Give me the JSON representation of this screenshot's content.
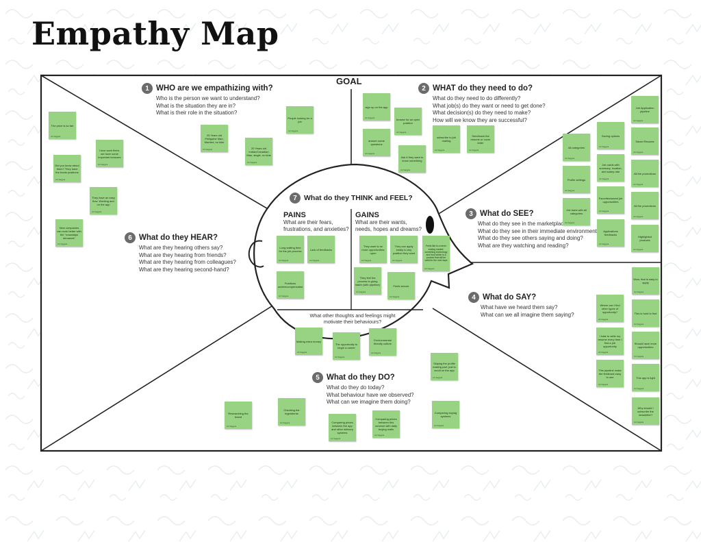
{
  "title": "Empathy Map",
  "goal": "GOAL",
  "note_author": "Ani Saggeta",
  "colors": {
    "note": "#98d283",
    "line": "#222222",
    "badge": "#6b6b6b"
  },
  "sections": {
    "who": {
      "num": "1",
      "title": "WHO are we empathizing with?",
      "questions": [
        "Who is the person we want to understand?",
        "What is the situation they are in?",
        "What is their role in the situation?"
      ]
    },
    "need": {
      "num": "2",
      "title": "WHAT do they need to do?",
      "questions": [
        "What do they need to do differently?",
        "What job(s) do they want or need to get done?",
        "What decision(s) do they need to make?",
        "How will we know they are successful?"
      ]
    },
    "see": {
      "num": "3",
      "title": "What do SEE?",
      "questions": [
        "What do they see in the marketplace?",
        "What do they see in their immediate environment?",
        "What do they see others saying and doing?",
        "What are they watching and reading?"
      ]
    },
    "say": {
      "num": "4",
      "title": "What do SAY?",
      "questions": [
        "What have we heard them say?",
        "What can we all imagine them saying?"
      ]
    },
    "do": {
      "num": "5",
      "title": "What do they DO?",
      "questions": [
        "What do they do today?",
        "What behaviour have we observed?",
        "What can we imagine them doing?"
      ]
    },
    "hear": {
      "num": "6",
      "title": "What do they HEAR?",
      "questions": [
        "What are they hearing others say?",
        "What are they hearing from friends?",
        "What are they hearing from colleagues?",
        "What are they hearing second-hand?"
      ]
    },
    "think": {
      "num": "7",
      "title": "What do they THINK and FEEL?"
    },
    "pains": {
      "title": "PAINS",
      "lines": [
        "What are their fears,",
        "frustrations, and anxieties?"
      ]
    },
    "gains": {
      "title": "GAINS",
      "lines": [
        "What are their wants,",
        "needs, hopes and dreams?"
      ]
    },
    "other": {
      "lines": [
        "What other thoughts and feelings might",
        "motivate their behaviours?"
      ]
    }
  },
  "notes": {
    "who": [
      "People looking for a job",
      "25 Years old Philippine Man, Married, no kids",
      "20 Years old Indian/Canadian Man, single, no kids"
    ],
    "hear": [
      "The price is so fair",
      "I love work there, we have some important bonuses",
      "Did you know about them? They have the boots positions",
      "They have an easy flow. Working and on the app",
      "New companies can work better with the \"nowadays demands\""
    ],
    "need": [
      "sign up on the app",
      "browse for an open position",
      "answer some questions",
      "subscribe to job mailing",
      "Send/save the resume or cover letter",
      "Ask if they want to know something"
    ],
    "see": [
      "All categories",
      "Saving options",
      "Job Application pipeline",
      "Saved Resume",
      "Job cards with summary, location, and salary rate",
      "All the promotions",
      "Profile settings",
      "Favorites/saved job opportunities",
      "All the promotions",
      "Job bank with all categories",
      "Applications feedbacks",
      "Highlighted products"
    ],
    "pains": [
      "Long waiting time for the job process",
      "Lack of feedbacks",
      "Positions underecompensated"
    ],
    "gains": [
      "They want to se more opportunities open",
      "They can apply easily to any position they want",
      "Feels like is a never ending market: combining technology and food which is a product that will be valid for the next days",
      "They feel the process is going faster (with pipeline)",
      "Feels secure"
    ],
    "other": [
      "Making extra money",
      "The opportunity to begin a career",
      "Environmental friendly culture"
    ],
    "do": [
      "Skiping the profile making part, just to scroll on the app",
      "Researching the brand",
      "Checking the ingredients",
      "Comparing prices between the app and other delivery systems",
      "Comparing prices between this conerce with daily buying malls",
      "Comparing buying systems"
    ],
    "say": [
      "Wow, that is easy to apply",
      "Where can I find other types of opportunity?",
      "This is hard to find",
      "I hate to write my resume every time I find a job opportunity",
      "Should have more opportunities",
      "This pipeline make the feedback easy to see",
      "This app is light",
      "Why should I subscribe the newsletter?"
    ]
  }
}
